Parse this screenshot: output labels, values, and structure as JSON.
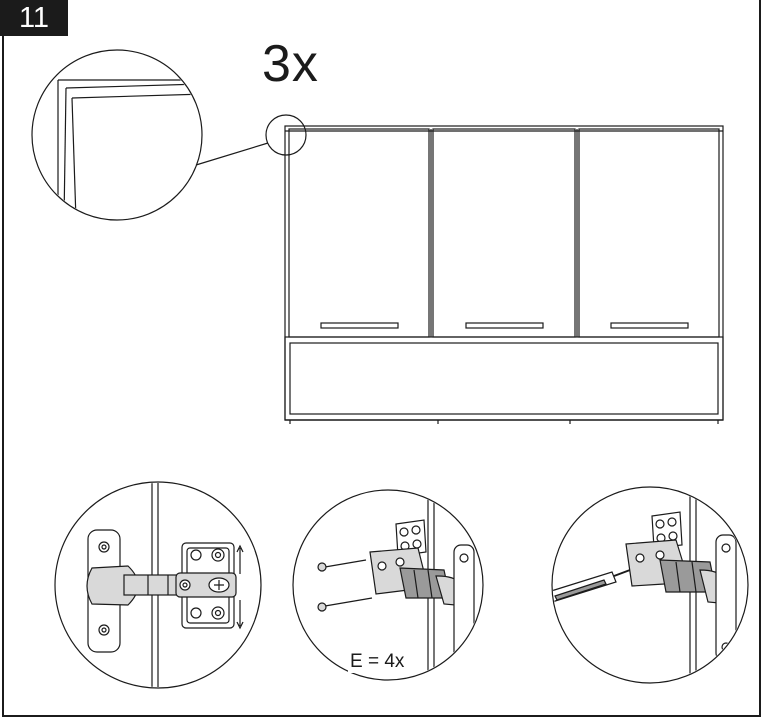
{
  "step": {
    "number": "11"
  },
  "quantity": {
    "label": "3x"
  },
  "screws": {
    "label": "E = 4x"
  },
  "colors": {
    "ink": "#1b1b1b",
    "paper": "#ffffff",
    "grey": "#d9d9d9"
  },
  "icons": [
    "door-gap-detail-icon",
    "hinge-adjust-icon",
    "hinge-mount-icon",
    "screwdriver-icon"
  ]
}
